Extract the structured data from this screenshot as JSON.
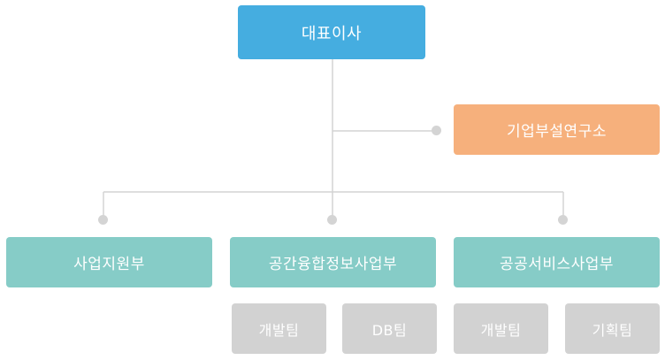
{
  "ceo": {
    "label": "대표이사"
  },
  "lab": {
    "label": "기업부설연구소"
  },
  "departments": [
    {
      "label": "사업지원부"
    },
    {
      "label": "공간융합정보사업부"
    },
    {
      "label": "공공서비스사업부"
    }
  ],
  "teams": [
    {
      "label": "개발팀"
    },
    {
      "label": "DB팀"
    },
    {
      "label": "개발팀"
    },
    {
      "label": "기획팀"
    }
  ],
  "colors": {
    "ceo": "#45ade0",
    "lab": "#f6b07c",
    "department": "#86ccc7",
    "team": "#d2d2d2",
    "connector": "#d4d4d4"
  }
}
